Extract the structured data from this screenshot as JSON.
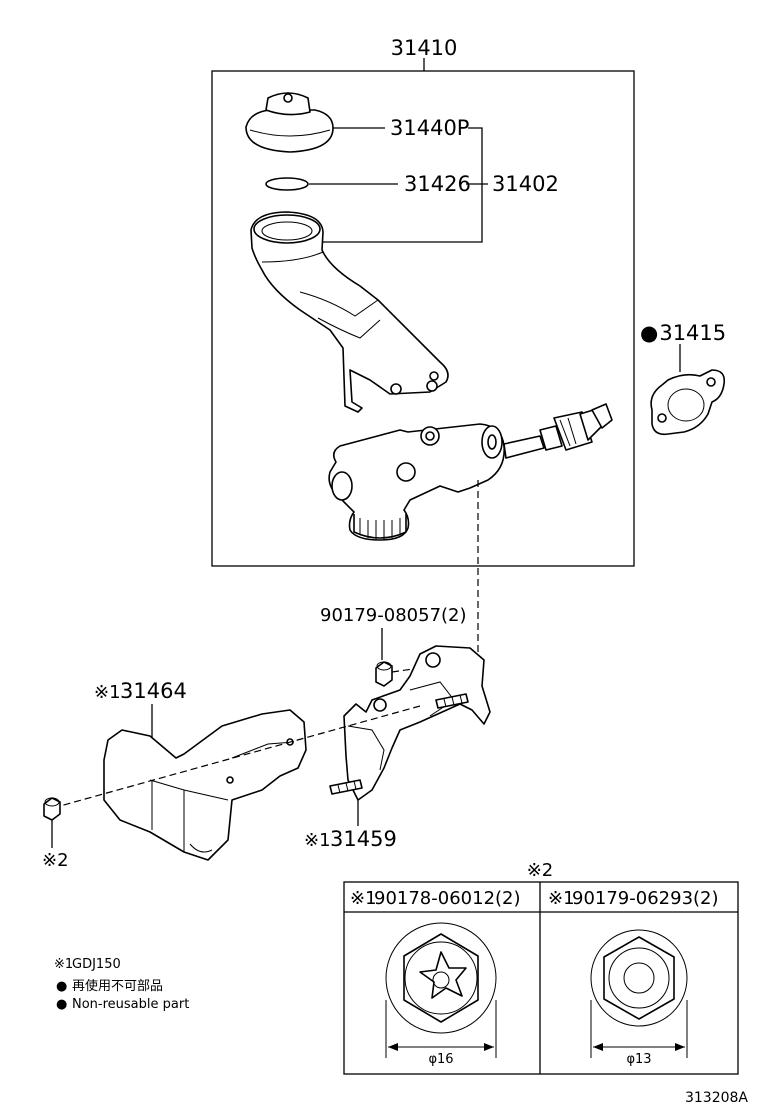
{
  "labels": {
    "assy": "31410",
    "cap": "31440P",
    "packing": "31426",
    "reservoir": "31402",
    "gasket": "31415",
    "stud": "90179-08057(2)",
    "cover": "31464",
    "bracket": "31459",
    "refmark_cover": "※1",
    "refmark_bracket": "※1",
    "nut_note": "※2",
    "drawing_no": "313208A"
  },
  "bullet": "●",
  "nut_table": {
    "title": "※2",
    "columns": [
      {
        "mark": "※1",
        "part": "90178-06012(2)",
        "dim": "φ16"
      },
      {
        "mark": "※1",
        "part": "90179-06293(2)",
        "dim": "φ13"
      }
    ]
  },
  "legend": {
    "item1_mark": "※1",
    "item1_text": "GDJ150",
    "item2_mark": "●",
    "item2_text": "再使用不可部品",
    "item3_mark": "●",
    "item3_text": "Non-reusable part"
  }
}
